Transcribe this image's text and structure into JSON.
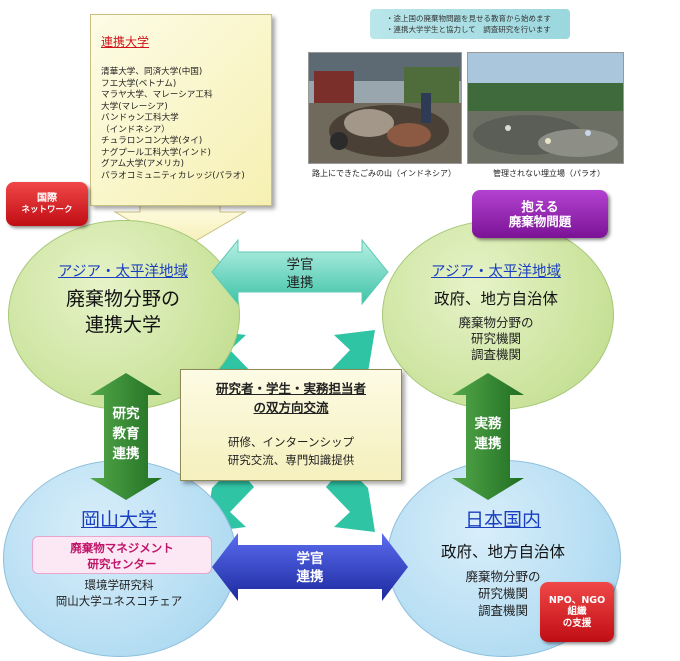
{
  "notes": [
    "・途上国の廃棄物問題を見せる教育から始めます",
    "・連携大学学生と協力して　調査研究を行います"
  ],
  "photos": [
    {
      "caption": "路上にできたごみの山（インドネシア）"
    },
    {
      "caption": "管理されない埋立場（パラオ）"
    }
  ],
  "partner_universities": {
    "heading": "連携大学",
    "items": [
      "清華大学、同済大学(中国)",
      "フエ大学(ベトナム)",
      "マラヤ大学、マレーシア工科",
      "大学(マレーシア)",
      "バンドゥン工科大学",
      "（インドネシア）",
      "チュラロンコン大学(タイ)",
      "ナグプール工科大学(インド)",
      "グアム大学(アメリカ)",
      "パラオコミュニティカレッジ(パラオ)"
    ]
  },
  "badges": {
    "intl_network": [
      "国際",
      "ネットワーク"
    ],
    "waste_problem": [
      "抱える",
      "廃棄物問題"
    ],
    "npo_support": [
      "NPO、NGO",
      "組織",
      "の支援"
    ]
  },
  "circles": {
    "top_left": {
      "region": "アジア・太平洋地域",
      "line1": "廃棄物分野の",
      "line2": "連携大学"
    },
    "top_right": {
      "region": "アジア・太平洋地域",
      "line1": "政府、地方自治体",
      "sub": [
        "廃棄物分野の",
        "研究機関",
        "調査機関"
      ]
    },
    "bottom_left": {
      "title": "岡山大学",
      "center_box": [
        "廃棄物マネジメント",
        "研究センター"
      ],
      "sub": [
        "環境学研究科",
        "岡山大学ユネスコチェア"
      ]
    },
    "bottom_right": {
      "title": "日本国内",
      "line1": "政府、地方自治体",
      "sub": [
        "廃棄物分野の",
        "研究機関",
        "調査機関"
      ]
    }
  },
  "arrows": {
    "top": [
      "学官",
      "連携"
    ],
    "left": [
      "研究",
      "教育",
      "連携"
    ],
    "right": [
      "実務",
      "連携"
    ],
    "bottom": [
      "学官",
      "連携"
    ]
  },
  "center": {
    "title1": "研究者・学生・実務担当者",
    "title2": "の双方向交流",
    "body1": "研修、インターンシップ",
    "body2": "研究交流、専門知識提供"
  },
  "colors": {
    "green_arrow": "#2f8a2f",
    "teal_arrow": "#30c4a6",
    "blue_arrow": "#2233c0",
    "red_badge": "#d0141d",
    "purple_badge": "#8a1aa8",
    "link_blue": "#1a3fc0",
    "magenta_text": "#c0166a"
  }
}
